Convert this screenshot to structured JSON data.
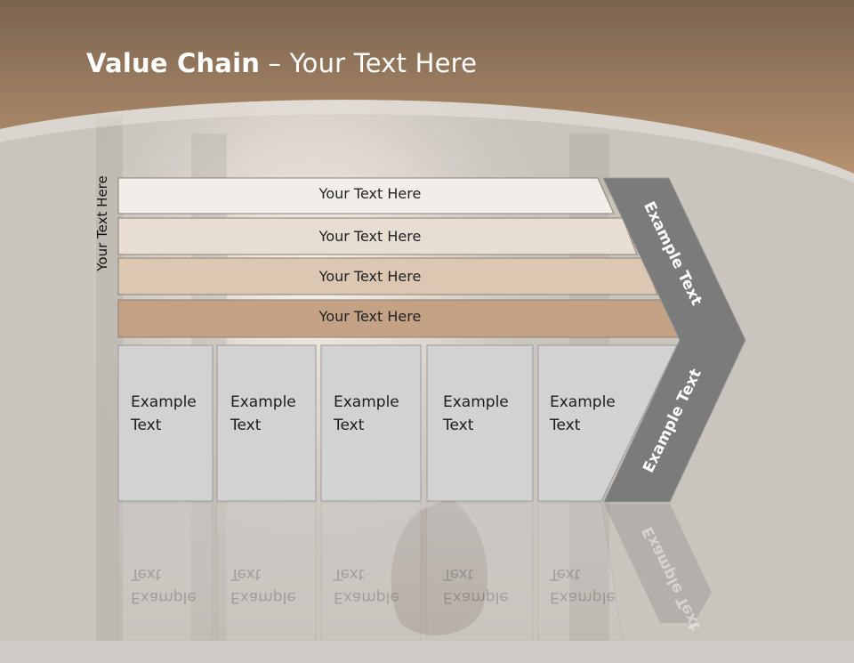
{
  "slide": {
    "title_bold": "Value Chain",
    "title_rest": " – Your Text Here",
    "side_label": "Your Text Here"
  },
  "rows": [
    {
      "label": "Your Text Here",
      "color": "#f1ede8"
    },
    {
      "label": "Your Text Here",
      "color": "#e8ddd2"
    },
    {
      "label": "Your Text Here",
      "color": "#dcc7b2"
    },
    {
      "label": "Your Text Here",
      "color": "#c4a285"
    }
  ],
  "activities": [
    {
      "line1": "Example",
      "line2": "Text"
    },
    {
      "line1": "Example",
      "line2": "Text"
    },
    {
      "line1": "Example",
      "line2": "Text"
    },
    {
      "line1": "Example",
      "line2": "Text"
    },
    {
      "line1": "Example",
      "line2": "Text"
    }
  ],
  "chevron": {
    "upper_label": "Example Text",
    "lower_label": "Example Text",
    "color": "#7b7b7b"
  },
  "colors": {
    "header_band": "#a88566",
    "box_fill": "#d2d2d2",
    "background": "#cfcbc6"
  }
}
